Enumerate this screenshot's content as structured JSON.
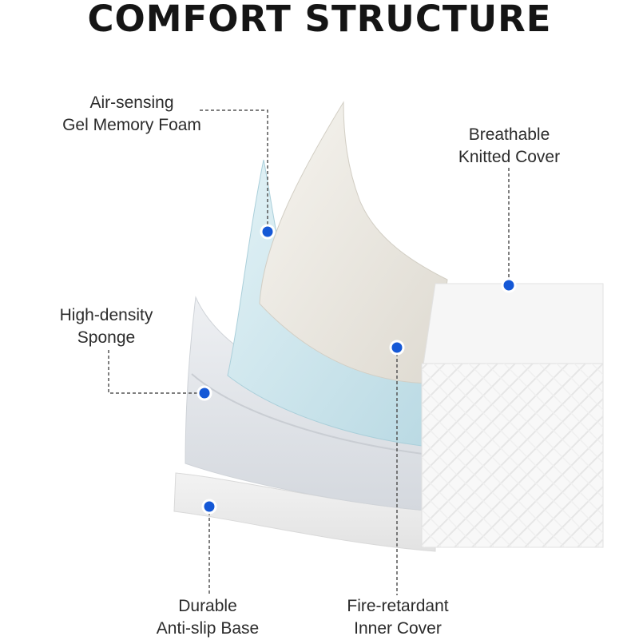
{
  "title": "COMFORT STRUCTURE",
  "colors": {
    "marker": "#1558d6",
    "gel_foam": "#cfe7ee",
    "sponge": "#e6e8ec",
    "cover": "#f4f4f4",
    "fold": "#ece9e2"
  },
  "labels": {
    "gel_foam": {
      "line1": "Air-sensing",
      "line2": "Gel Memory Foam"
    },
    "knitted_cover": {
      "line1": "Breathable",
      "line2": "Knitted Cover"
    },
    "sponge": {
      "line1": "High-density",
      "line2": "Sponge"
    },
    "base": {
      "line1": "Durable",
      "line2": "Anti-slip Base"
    },
    "inner_cover": {
      "line1": "Fire-retardant",
      "line2": "Inner Cover"
    }
  }
}
